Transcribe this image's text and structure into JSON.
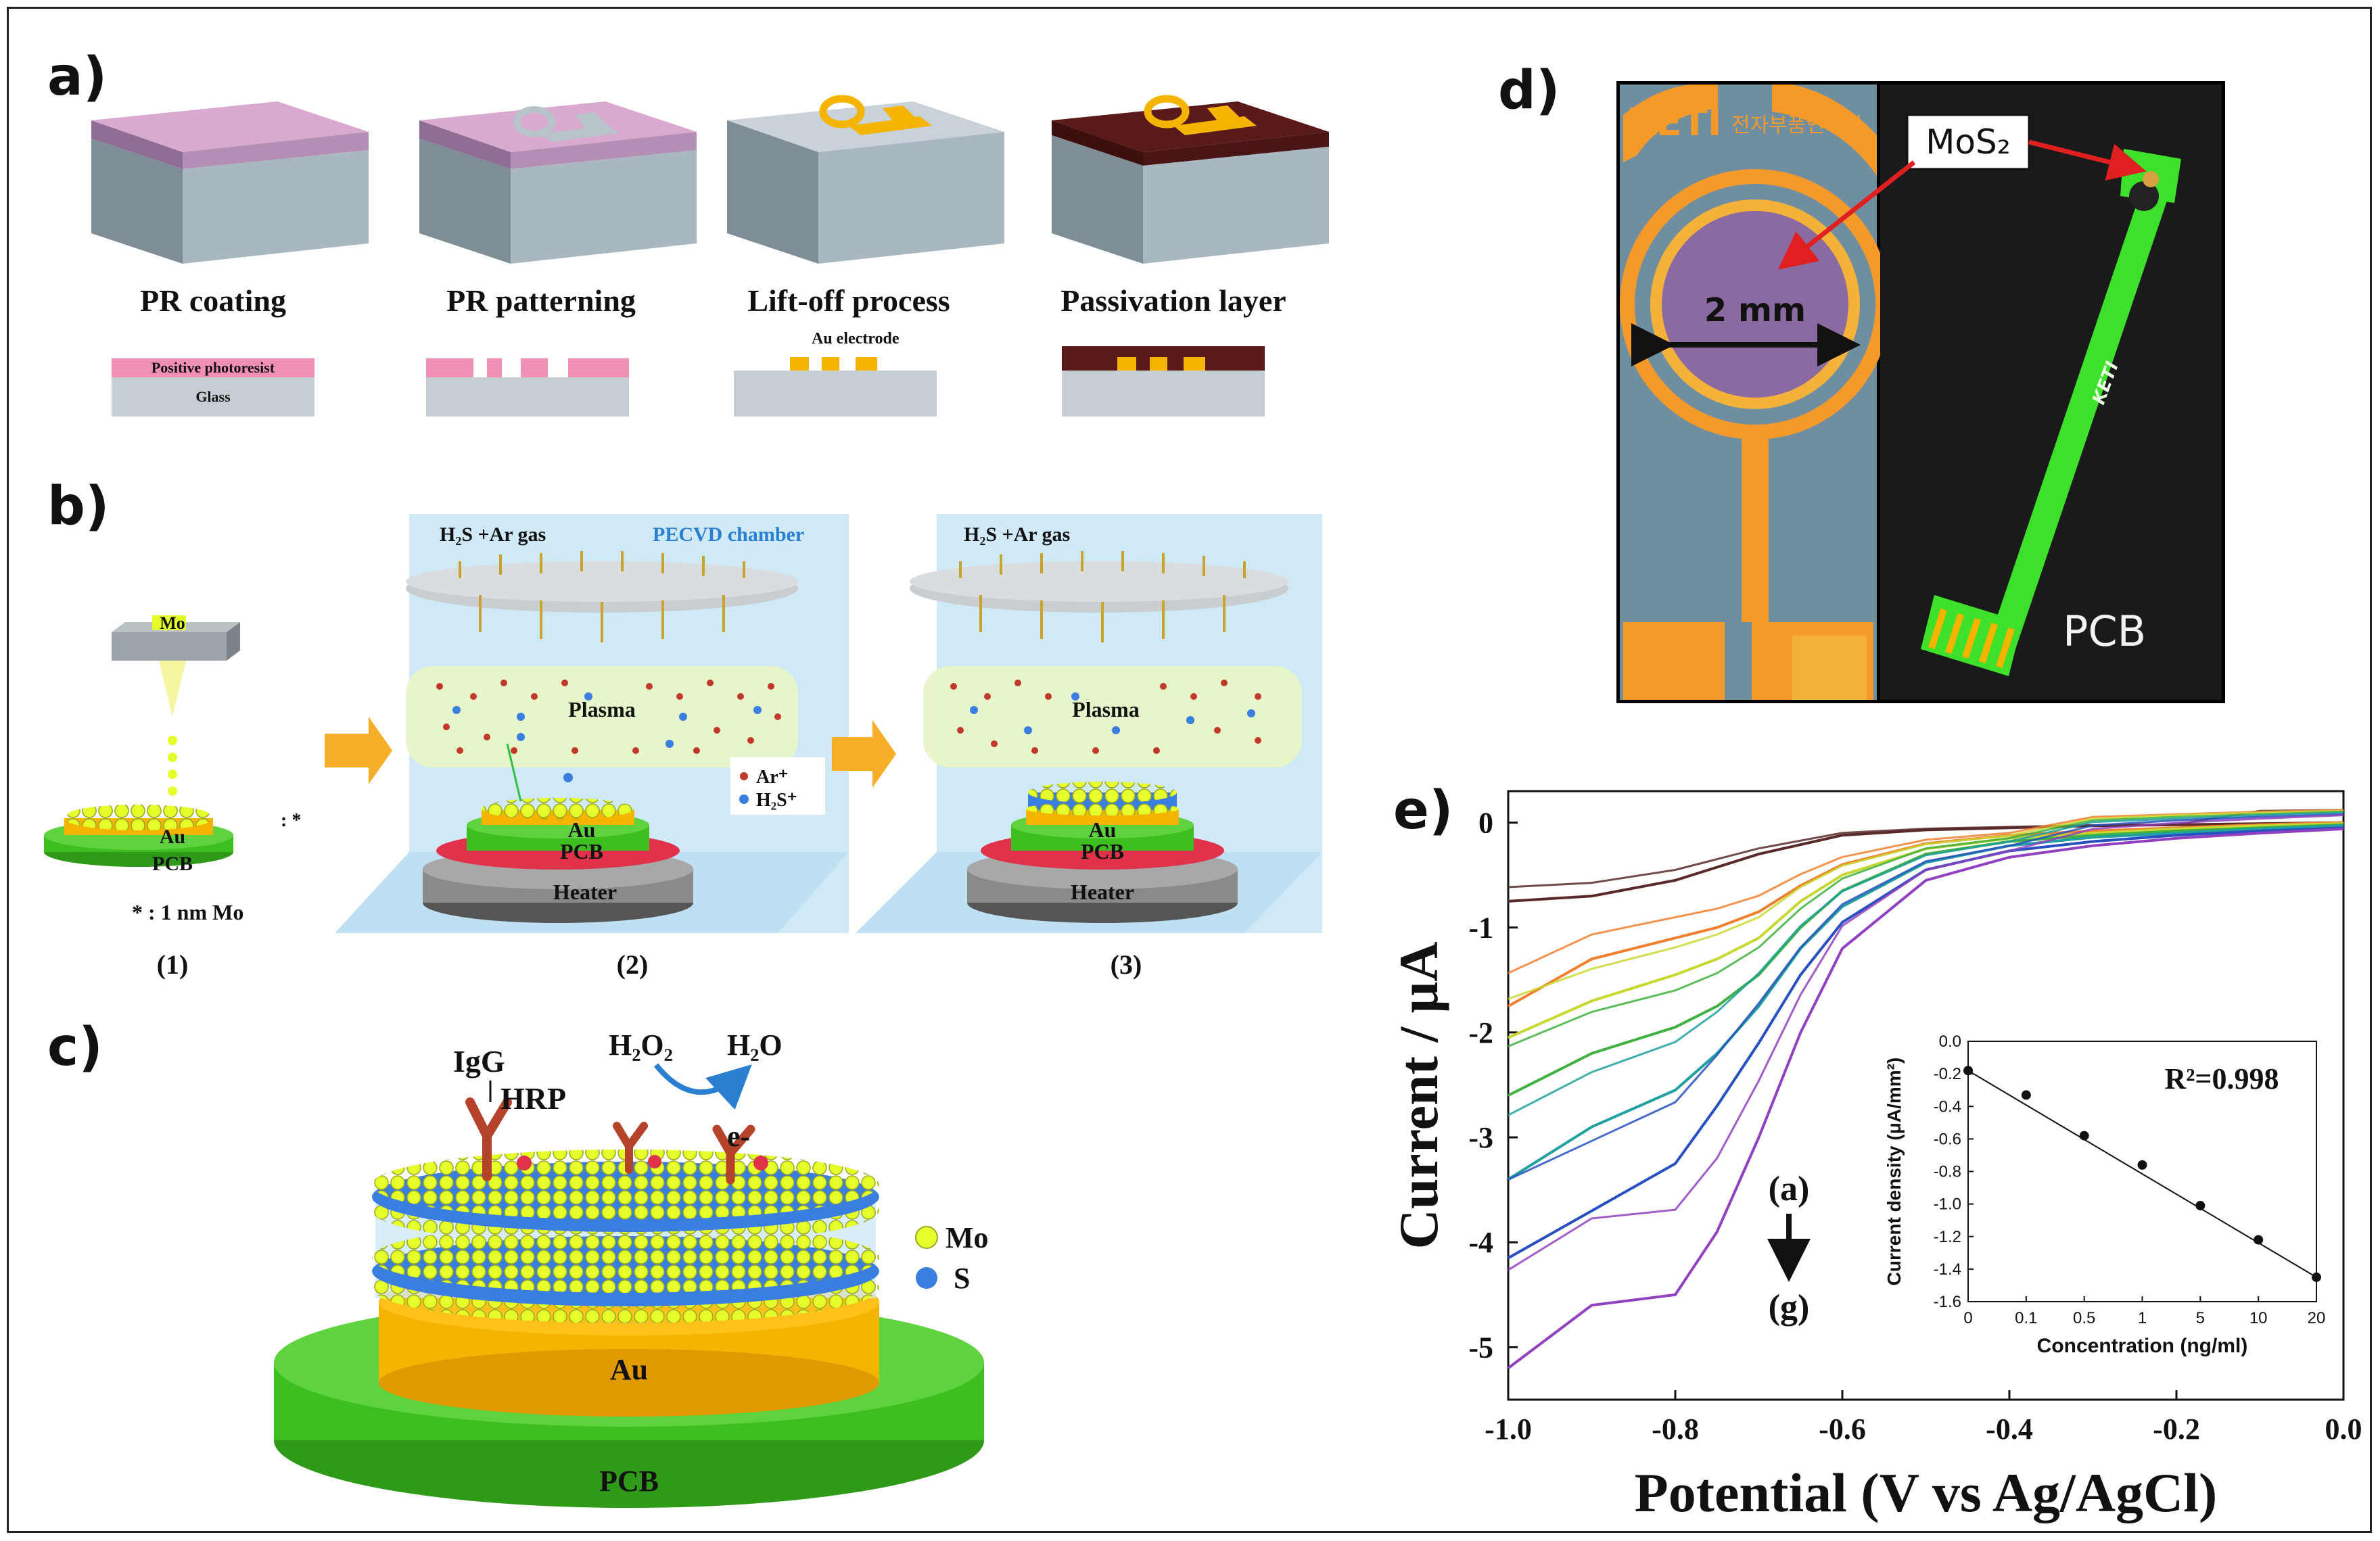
{
  "panels": {
    "a": {
      "label": "a)",
      "steps": [
        {
          "title": "PR coating",
          "cross_labels": [
            "Positive photoresist",
            "Glass"
          ]
        },
        {
          "title": "PR patterning",
          "cross_labels": []
        },
        {
          "title": "Lift-off process",
          "cross_labels": [
            "Au electrode"
          ]
        },
        {
          "title": "Passivation layer",
          "cross_labels": []
        }
      ]
    },
    "b": {
      "label": "b)",
      "step1": {
        "mo": "Mo",
        "au": "Au",
        "pcb": "PCB",
        "star": ": *",
        "note": "* : 1 nm Mo",
        "num": "(1)"
      },
      "step2": {
        "gas": "H₂S +Ar gas",
        "chamber": "PECVD chamber",
        "plasma": "Plasma",
        "au": "Au",
        "pcb": "PCB",
        "heater": "Heater",
        "legend_ar": "Ar⁺",
        "legend_h2s": "H₂S⁺",
        "num": "(2)"
      },
      "step3": {
        "gas": "H₂S +Ar gas",
        "plasma": "Plasma",
        "au": "Au",
        "pcb": "PCB",
        "heater": "Heater",
        "num": "(3)"
      }
    },
    "c": {
      "label": "c)",
      "igg": "IgG",
      "hrp": "HRP",
      "h2o2": "H₂O₂",
      "h2o": "H₂O",
      "electron": "e-",
      "legend_mo": "Mo",
      "legend_s": "S",
      "au": "Au",
      "pcb": "PCB"
    },
    "d": {
      "label": "d)",
      "mos2": "MoS₂",
      "scale": "2 mm",
      "pcb": "PCB",
      "logo": "KETI",
      "logo_kr": "전자부품연구원"
    },
    "e": {
      "label": "e)",
      "annot_top": "(a)",
      "annot_bottom": "(g)"
    }
  },
  "colors": {
    "photoresist": "#d9a9cf",
    "glass": "#a9b7c1",
    "gold": "#f5b400",
    "passivation": "#5a1a1a",
    "pcb_green": "#3dbf1f",
    "mo_yellow": "#e5ff2b",
    "s_blue": "#3a7fe0",
    "chamber": "#cfe9f7",
    "plasma": "#e8f5c8",
    "arrow_orange": "#f9ae2a",
    "heater": "#8a8a8a",
    "red_rim": "#e0324a"
  },
  "chart_data": [
    {
      "type": "line",
      "title": "",
      "xlabel": "Potential (V vs Ag/AgCl)",
      "ylabel": "Current / μA",
      "xlim": [
        -1.0,
        0.0
      ],
      "ylim": [
        -5.5,
        0.3
      ],
      "xticks": [
        "-1.0",
        "-0.8",
        "-0.6",
        "-0.4",
        "-0.2",
        "0.0"
      ],
      "yticks": [
        "0",
        "-1",
        "-2",
        "-3",
        "-4",
        "-5"
      ],
      "series": [
        {
          "color": "#5a2a2a",
          "x": [
            -1.0,
            -0.9,
            -0.8,
            -0.7,
            -0.6,
            -0.5,
            -0.4,
            -0.3,
            -0.2,
            -0.1,
            0.0
          ],
          "y": [
            -0.75,
            -0.7,
            -0.55,
            -0.3,
            -0.12,
            -0.07,
            -0.05,
            -0.03,
            -0.02,
            -0.01,
            0.0
          ]
        },
        {
          "color": "#f08030",
          "x": [
            -1.0,
            -0.9,
            -0.8,
            -0.75,
            -0.7,
            -0.65,
            -0.6,
            -0.5,
            -0.4,
            -0.3,
            -0.2,
            -0.1,
            0.0
          ],
          "y": [
            -1.75,
            -1.3,
            -1.1,
            -1.0,
            -0.85,
            -0.6,
            -0.4,
            -0.2,
            -0.12,
            -0.08,
            -0.05,
            -0.02,
            0.0
          ]
        },
        {
          "color": "#c8d830",
          "x": [
            -1.0,
            -0.9,
            -0.8,
            -0.75,
            -0.7,
            -0.65,
            -0.6,
            -0.5,
            -0.4,
            -0.3,
            -0.2,
            -0.1,
            0.0
          ],
          "y": [
            -2.05,
            -1.7,
            -1.45,
            -1.3,
            -1.1,
            -0.75,
            -0.5,
            -0.25,
            -0.15,
            -0.1,
            -0.06,
            -0.03,
            -0.01
          ]
        },
        {
          "color": "#40b040",
          "x": [
            -1.0,
            -0.9,
            -0.8,
            -0.75,
            -0.7,
            -0.65,
            -0.6,
            -0.5,
            -0.4,
            -0.3,
            -0.2,
            -0.1,
            0.0
          ],
          "y": [
            -2.6,
            -2.2,
            -1.95,
            -1.75,
            -1.45,
            -1.0,
            -0.65,
            -0.3,
            -0.18,
            -0.12,
            -0.08,
            -0.05,
            -0.02
          ]
        },
        {
          "color": "#20a0a0",
          "x": [
            -1.0,
            -0.9,
            -0.8,
            -0.75,
            -0.7,
            -0.65,
            -0.6,
            -0.5,
            -0.4,
            -0.3,
            -0.2,
            -0.1,
            0.0
          ],
          "y": [
            -3.4,
            -2.9,
            -2.55,
            -2.2,
            -1.75,
            -1.2,
            -0.8,
            -0.38,
            -0.22,
            -0.14,
            -0.1,
            -0.06,
            -0.03
          ]
        },
        {
          "color": "#2850c0",
          "x": [
            -1.0,
            -0.9,
            -0.8,
            -0.75,
            -0.7,
            -0.65,
            -0.6,
            -0.5,
            -0.4,
            -0.3,
            -0.2,
            -0.1,
            0.0
          ],
          "y": [
            -4.15,
            -3.7,
            -3.25,
            -2.7,
            -2.1,
            -1.45,
            -0.95,
            -0.45,
            -0.27,
            -0.18,
            -0.12,
            -0.08,
            -0.05
          ]
        },
        {
          "color": "#9040c0",
          "x": [
            -1.0,
            -0.9,
            -0.8,
            -0.75,
            -0.7,
            -0.65,
            -0.6,
            -0.5,
            -0.4,
            -0.3,
            -0.2,
            -0.1,
            0.0
          ],
          "y": [
            -5.2,
            -4.6,
            -4.5,
            -3.9,
            -3.0,
            -2.0,
            -1.2,
            -0.55,
            -0.33,
            -0.22,
            -0.15,
            -0.1,
            -0.06
          ]
        }
      ]
    },
    {
      "type": "scatter",
      "title": "",
      "xlabel": "Concentration (ng/ml)",
      "ylabel": "Current density (μA/mm²)",
      "annotation": "R²=0.998",
      "categories": [
        "0",
        "0.1",
        "0.5",
        "1",
        "5",
        "10",
        "20"
      ],
      "values": [
        -0.18,
        -0.33,
        -0.58,
        -0.76,
        -1.01,
        -1.22,
        -1.45
      ],
      "ylim": [
        -1.6,
        0.0
      ],
      "yticks": [
        "0.0",
        "-0.2",
        "-0.4",
        "-0.6",
        "-0.8",
        "-1.0",
        "-1.2",
        "-1.4",
        "-1.6"
      ],
      "fit_line": true
    }
  ]
}
